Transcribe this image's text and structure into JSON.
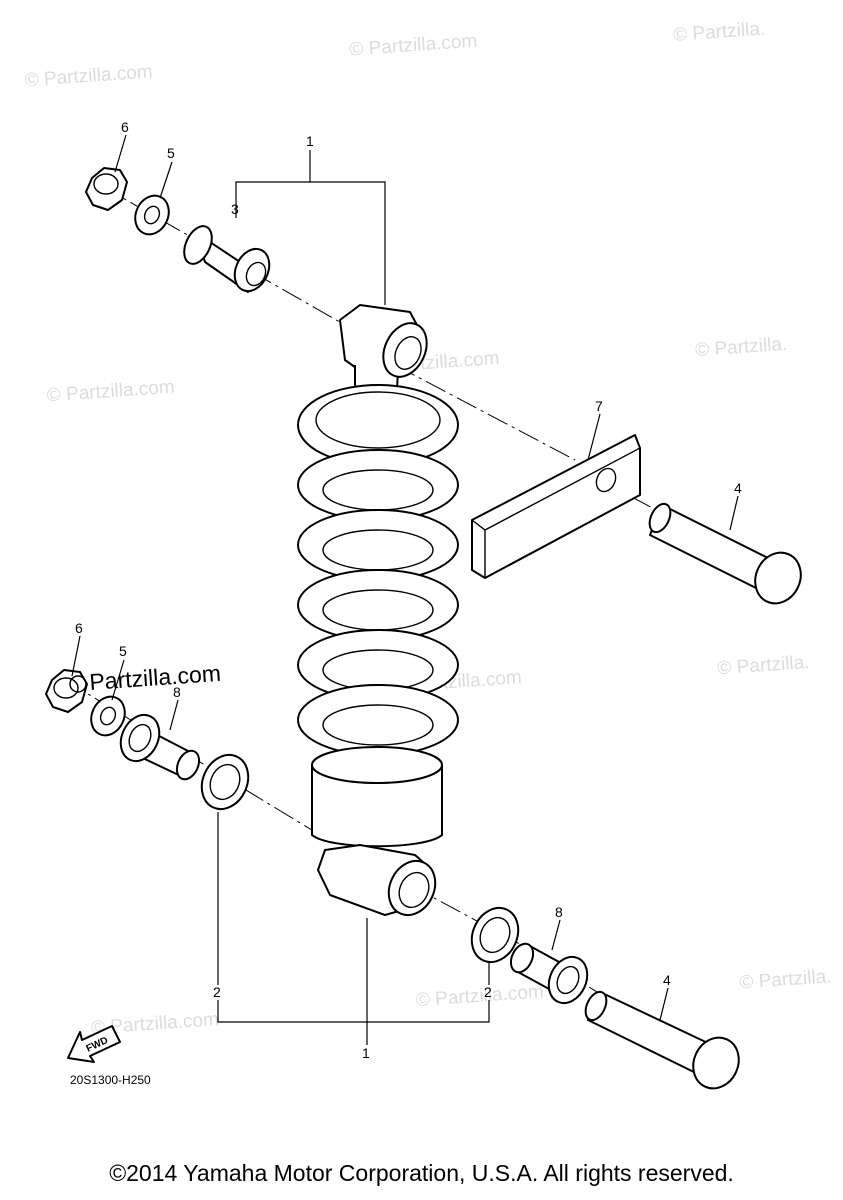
{
  "watermark": "© Partzilla.com",
  "watermark_partial": "© Partzilla.",
  "watermark_logo": "Partzilla.com",
  "callouts": {
    "c1_top": "1",
    "c1_bottom": "1",
    "c2_left": "2",
    "c2_right": "2",
    "c3": "3",
    "c4_upper": "4",
    "c4_lower": "4",
    "c5_upper": "5",
    "c5_lower": "5",
    "c6_upper": "6",
    "c6_lower": "6",
    "c7": "7",
    "c8_left": "8",
    "c8_right": "8"
  },
  "fwd_label": "FWD",
  "diagram_code": "20S1300-H250",
  "copyright": "©2014 Yamaha Motor Corporation, U.S.A. All rights reserved."
}
